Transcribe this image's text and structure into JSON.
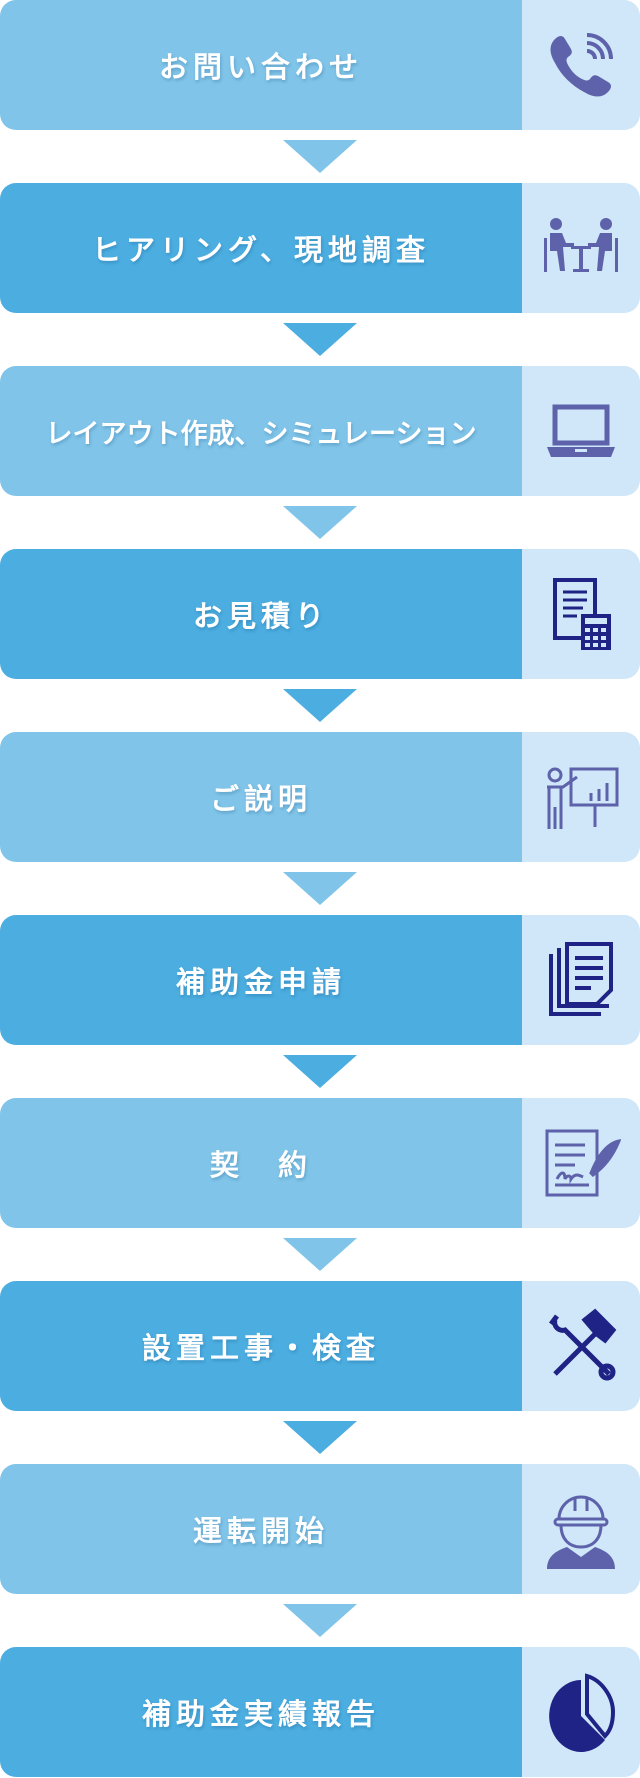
{
  "steps": [
    {
      "label": "お問い合わせ",
      "icon": "phone-icon"
    },
    {
      "label": "ヒアリング、現地調査",
      "icon": "meeting-icon"
    },
    {
      "label": "レイアウト作成、シミュレーション",
      "icon": "laptop-icon"
    },
    {
      "label": "お見積り",
      "icon": "estimate-calculator-icon"
    },
    {
      "label": "ご説明",
      "icon": "presentation-icon"
    },
    {
      "label": "補助金申請",
      "icon": "documents-icon"
    },
    {
      "label": "契　約",
      "icon": "contract-signature-icon"
    },
    {
      "label": "設置工事・検査",
      "icon": "tools-icon"
    },
    {
      "label": "運転開始",
      "icon": "worker-icon"
    },
    {
      "label": "補助金実績報告",
      "icon": "pie-chart-icon"
    }
  ],
  "colors": {
    "light": "#80c5e9",
    "dark": "#4caee0",
    "icon_bg": "#cfe7f8",
    "icon": "#5e62ab",
    "icon_dark": "#1f2385"
  }
}
